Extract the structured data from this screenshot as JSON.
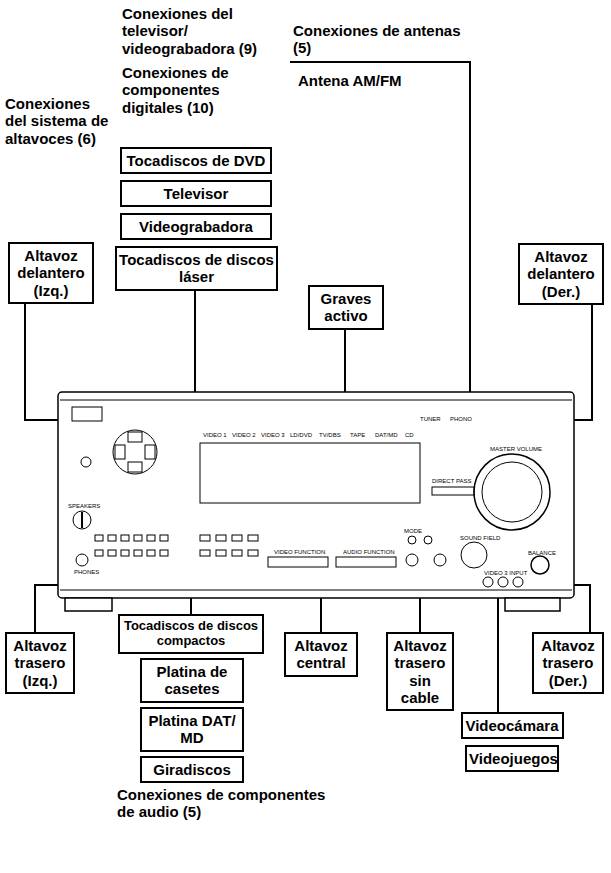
{
  "diagram": {
    "nodes": [
      {
        "text": [
          "Tocadiscos de DVD"
        ]
      },
      {
        "text": [
          "Televisor"
        ]
      },
      {
        "text": [
          "Videograbadora"
        ]
      },
      {
        "text": [
          "Tocadiscos de discos láser"
        ]
      },
      {
        "text": [
          "Altavoz delantero (Izq.)"
        ]
      },
      {
        "text": [
          "Graves activo"
        ]
      },
      {
        "text": [
          "Altavoz delantero (Der.)"
        ]
      },
      {
        "text": [
          "Altavoz trasero (Izq.)"
        ]
      },
      {
        "text": [
          "Tocadiscos de discos compactos"
        ]
      },
      {
        "text": [
          "Platina de casetes"
        ]
      },
      {
        "text": [
          "Platina DAT/ MD"
        ]
      },
      {
        "text": [
          "Giradiscos"
        ]
      },
      {
        "text": [
          "Altavoz central"
        ]
      },
      {
        "text": [
          "Altavoz trasero sin cable"
        ]
      },
      {
        "text": [
          "Altavoz trasero (Der.)"
        ]
      },
      {
        "text": [
          "Videocámara"
        ]
      },
      {
        "text": [
          "Videojuegos"
        ]
      }
    ],
    "labels": [
      "Conexiones del televisor/ videograbadora (9)",
      "Conexiones de componentes digitales (10)",
      "Conexiones de antenas (5)",
      "Antena AM/FM",
      "Conexiones del sistema de altavoces (6)",
      "Conexiones de componentes de audio (5)",
      "VIDEO 1",
      "VIDEO 2",
      "VIDEO 3",
      "LD/DVD",
      "TV/DBS",
      "TAPE",
      "DAT/MD",
      "CD",
      "TUNER",
      "PHONO",
      "MASTER VOLUME",
      "DIRECT PASS",
      "SPEAKERS",
      "PHONES",
      "BALANCE",
      "VIDEO 3 INPUT",
      "VIDEO FUNCTION",
      "AUDIO FUNCTION",
      "SOUND FIELD",
      "MODE"
    ]
  }
}
